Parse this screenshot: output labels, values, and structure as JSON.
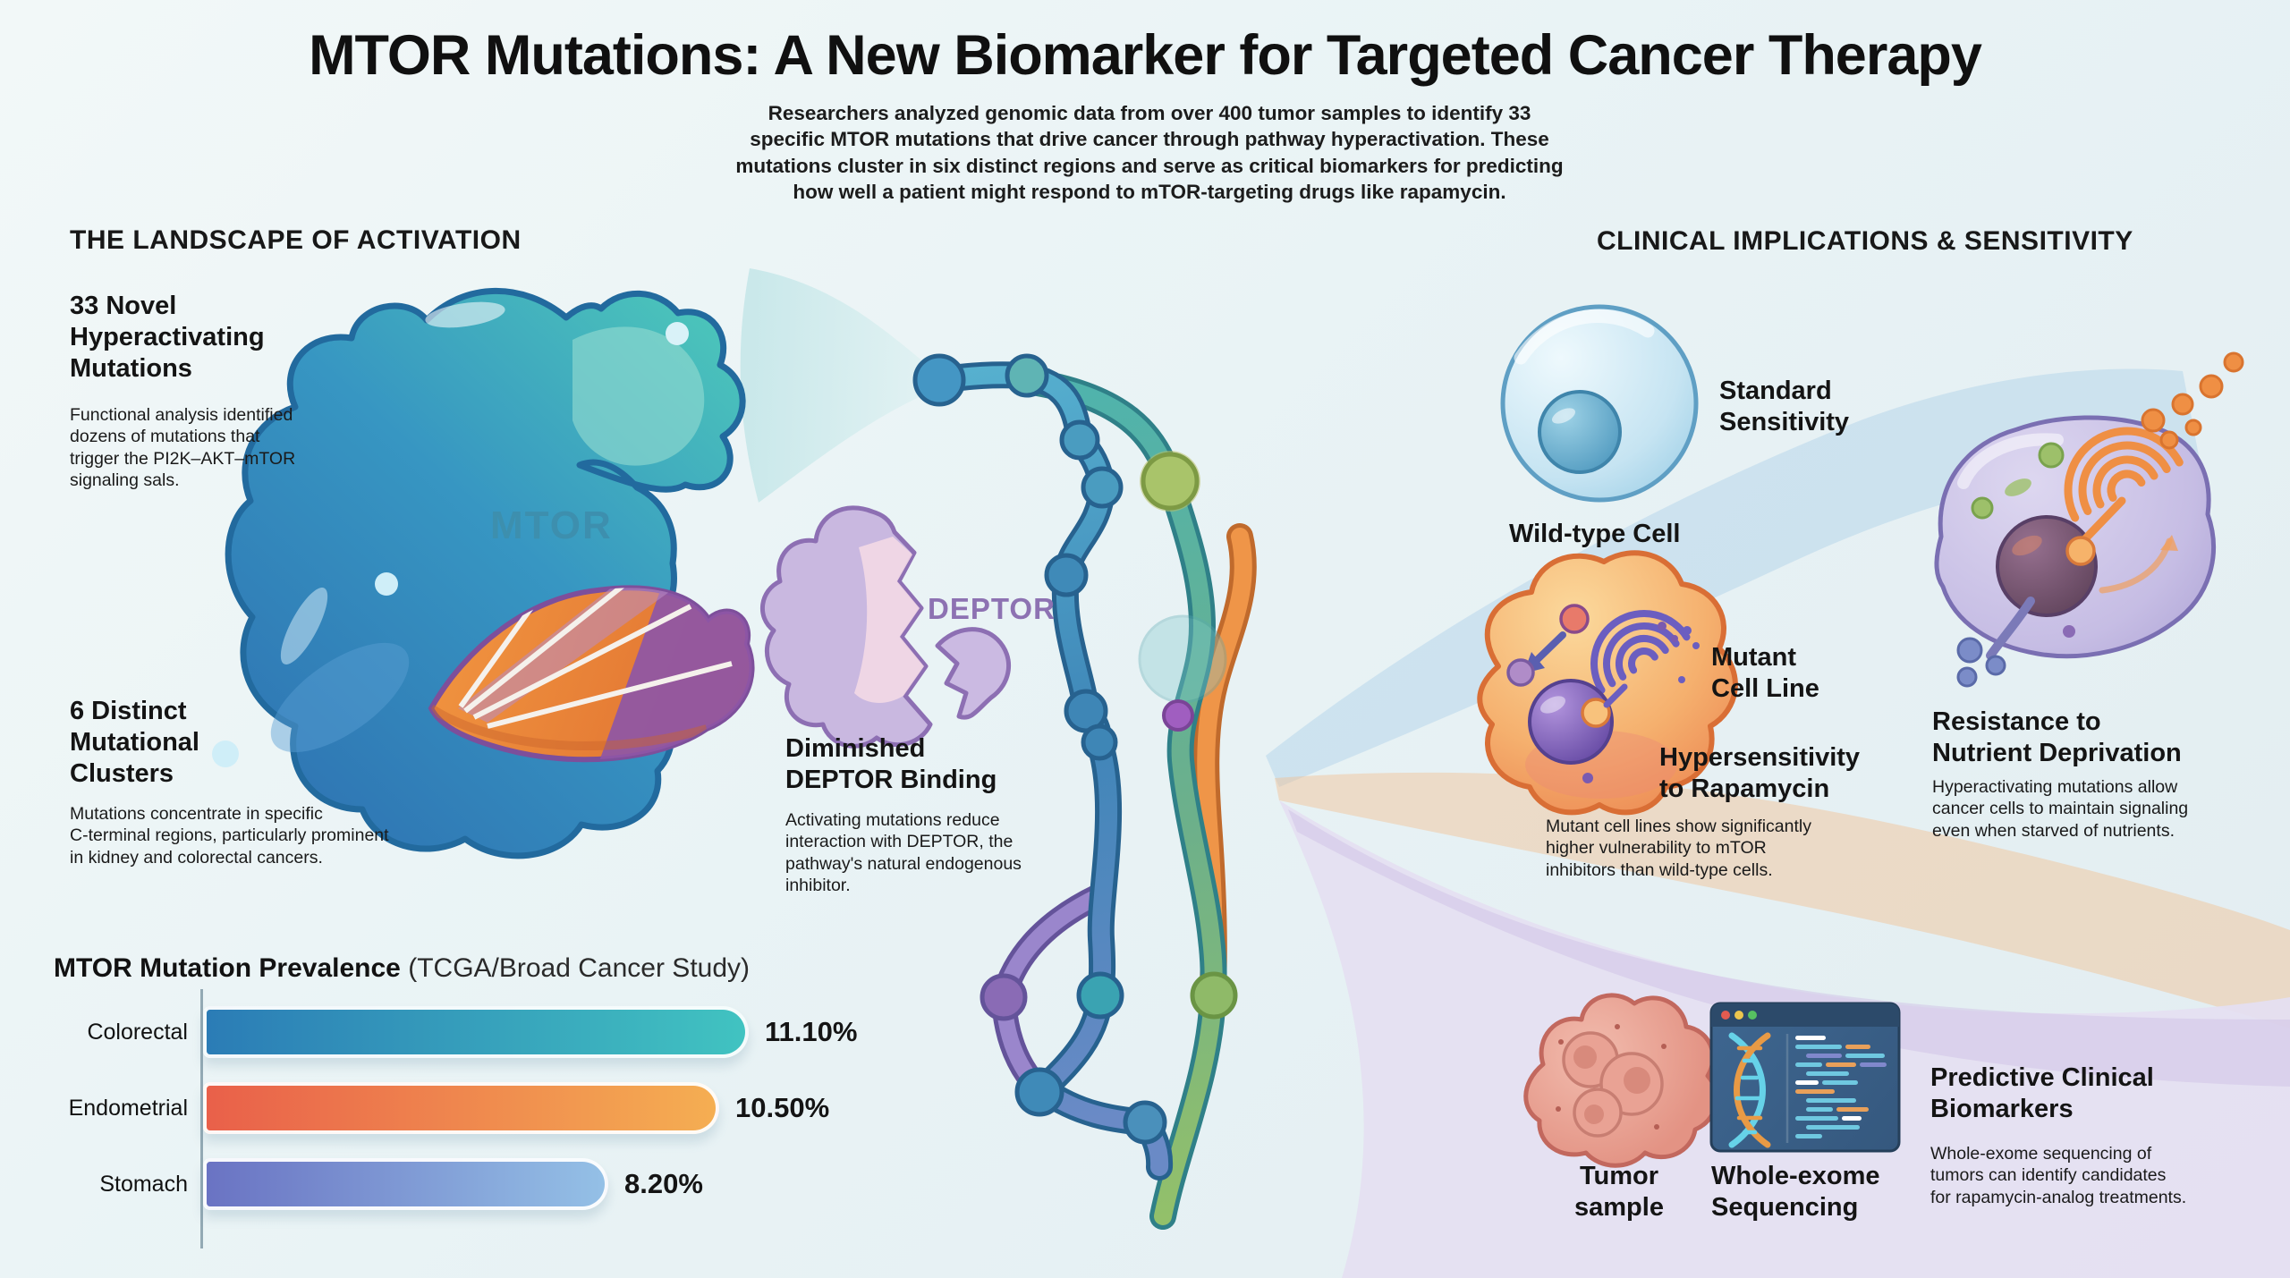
{
  "title": "MTOR Mutations: A New Biomarker for Targeted Cancer Therapy",
  "subtitle": "Researchers analyzed genomic data from over 400 tumor samples to identify 33\nspecific MTOR mutations that drive cancer through pathway hyperactivation. These\nmutations cluster in six distinct regions and serve as critical biomarkers for predicting\nhow well a patient might respond to mTOR-targeting drugs like rapamycin.",
  "left_section": {
    "heading": "THE LANDSCAPE OF ACTIVATION",
    "mutations_title": "33 Novel\nHyperactivating\nMutations",
    "mutations_body": "Functional analysis identified\ndozens of mutations that\ntrigger the PI2K–AKT–mTOR\nsignaling sals.",
    "clusters_title": "6 Distinct\nMutational\nClusters",
    "clusters_body": "Mutations concentrate in specific\nC-terminal regions, particularly prominent\nin kidney and colorectal cancers.",
    "mtor_label": "MTOR"
  },
  "deptor_section": {
    "label": "DEPTOR",
    "title": "Diminished\nDEPTOR Binding",
    "body": "Activating mutations reduce\ninteraction with DEPTOR, the\npathway's natural endogenous\ninhibitor."
  },
  "right_section": {
    "heading": "CLINICAL IMPLICATIONS & SENSITIVITY",
    "standard_title": "Standard\nSensitivity",
    "wildtype_label": "Wild-type Cell",
    "mutant_label": "Mutant\nCell Line",
    "hypersensitivity_title": "Hypersensitivity\nto Rapamycin",
    "hypersensitivity_body": "Mutant cell lines show significantly\nhigher vulnerability to mTOR\ninhibitors than wild-type cells.",
    "resistance_title": "Resistance to\nNutrient Deprivation",
    "resistance_body": "Hyperactivating mutations allow\ncancer cells to maintain signaling\neven when starved of nutrients.",
    "tumor_label": "Tumor\nsample",
    "sequencing_label": "Whole-exome\nSequencing",
    "biomarkers_title": "Predictive Clinical\nBiomarkers",
    "biomarkers_body": "Whole-exome sequencing of\ntumors can identify candidates\nfor rapamycin-analog treatments."
  },
  "chart_data": {
    "type": "bar",
    "orientation": "horizontal",
    "title_bold": "MTOR Mutation Prevalence",
    "title_note": " (TCGA/Broad Cancer Study)",
    "categories": [
      "Colorectal",
      "Endometrial",
      "Stomach"
    ],
    "values": [
      11.1,
      10.5,
      8.2
    ],
    "value_labels": [
      "11.10%",
      "10.50%",
      "8.20%"
    ],
    "xlim": [
      0,
      11.1
    ],
    "grid": false,
    "legend": false,
    "bar_gradients": [
      [
        "#2b7cb6",
        "#41c3c1"
      ],
      [
        "#e9604a",
        "#f5ae52"
      ],
      [
        "#6a73c3",
        "#94c0e6"
      ]
    ]
  },
  "colors": {
    "accent_teal": "#3d8fae",
    "accent_purple": "#8d72b2",
    "mtor_blob_blue": "#2e72b2",
    "mtor_blob_teal": "#4cc6ba",
    "fan_orange": "#e8833a",
    "fan_purple": "#8e56a6",
    "ray_blue": "#aed0e8",
    "ray_orange": "#f2bd8a",
    "ray_lavender": "#e5dff1"
  }
}
